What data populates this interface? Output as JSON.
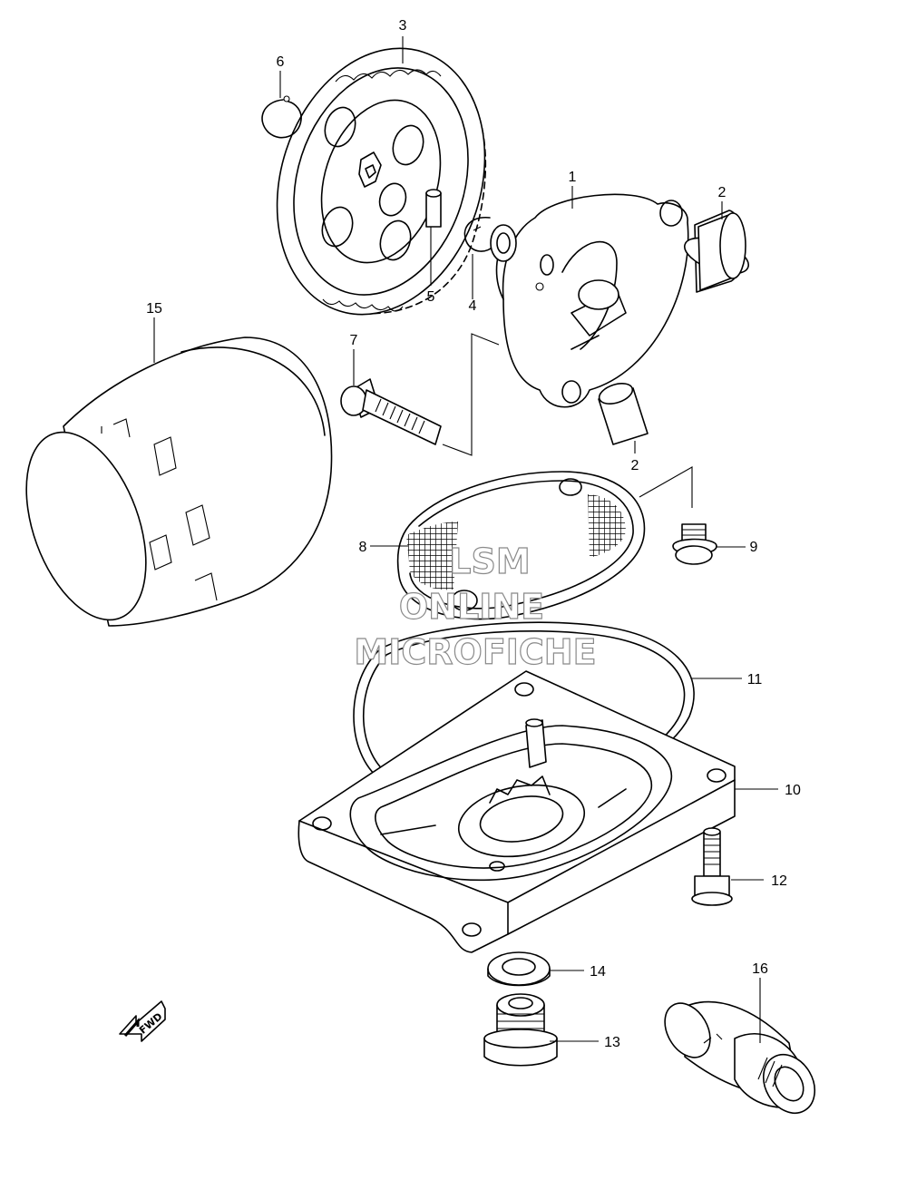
{
  "diagram": {
    "callouts": {
      "p1": "1",
      "p2a": "2",
      "p2b": "2",
      "p3": "3",
      "p4": "4",
      "p5": "5",
      "p6": "6",
      "p7": "7",
      "p8": "8",
      "p9": "9",
      "p10": "10",
      "p11": "11",
      "p12": "12",
      "p13": "13",
      "p14": "14",
      "p15": "15",
      "p16": "16"
    },
    "watermark": {
      "line1": "LSM",
      "line2": "ONLINE",
      "line3": "MICROFICHE"
    },
    "direction_badge": "FWD"
  }
}
